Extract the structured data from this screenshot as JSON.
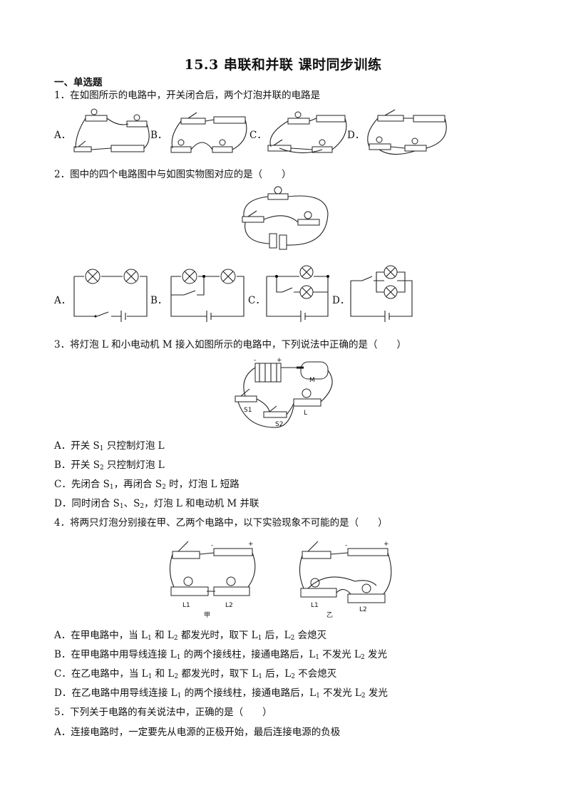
{
  "title": "15.3  串联和并联  课时同步训练",
  "section": "一、单选题",
  "q1": {
    "stem": "1．在如图所示的电路中，开关闭合后，两个灯泡并联的电路是",
    "options": [
      "A．",
      "B．",
      "C．",
      "D．"
    ]
  },
  "q2": {
    "stem": "2．图中的四个电路图中与如图实物图对应的是（　　）",
    "options": [
      "A．",
      "B．",
      "C．",
      "D．"
    ]
  },
  "q3": {
    "stem": "3．将灯泡 L 和小电动机 M 接入如图所示的电路中，下列说法中正确的是（　　）",
    "fig_labels": {
      "m": "M",
      "s1": "S1",
      "s2": "S2",
      "l": "L"
    },
    "options": [
      {
        "pre": "A．开关 S",
        "sub": "1",
        "post": " 只控制灯泡 L"
      },
      {
        "pre": "B．开关 S",
        "sub": "2",
        "post": " 只控制灯泡 L"
      },
      {
        "pre": "C．先闭合 S",
        "sub": "1",
        "mid": "，再闭合 S",
        "sub2": "2",
        "post": " 时，灯泡 L 短路"
      },
      {
        "pre": "D．同时闭合 S",
        "sub": "1",
        "mid": "、S",
        "sub2": "2",
        "post": "，灯泡 L 和电动机 M 并联"
      }
    ]
  },
  "q4": {
    "stem": "4．将两只灯泡分别接在甲、乙两个电路中，以下实验现象不可能的是（　　）",
    "fig_labels": {
      "l1": "L1",
      "l2": "L2",
      "jia": "甲",
      "yi": "乙"
    },
    "options": [
      {
        "a": "A．在甲电路中，当 L",
        "b": "1",
        "c": " 和 L",
        "d": "2",
        "e": " 都发光时，取下 L",
        "f": "1",
        "g": " 后，L",
        "h": "2",
        "i": " 会熄灭"
      },
      {
        "a": "B．在甲电路中用导线连接 L",
        "b": "1",
        "c": " 的两个接线柱，接通电路后，L",
        "d": "1",
        "e": " 不发光 L",
        "f": "2",
        "g": " 发光",
        "h": "",
        "i": ""
      },
      {
        "a": "C．在乙电路中，当 L",
        "b": "1",
        "c": " 和 L",
        "d": "2",
        "e": " 都发光时，取下 L",
        "f": "1",
        "g": " 后，L",
        "h": "2",
        "i": " 不会熄灭"
      },
      {
        "a": "D．在乙电路中用导线连接 L",
        "b": "1",
        "c": " 的两个接线柱，接通电路后，L",
        "d": "1",
        "e": " 不发光 L",
        "f": "2",
        "g": " 发光",
        "h": "",
        "i": ""
      }
    ]
  },
  "q5": {
    "stem": "5．下列关于电路的有关说法中，正确的是（　　）",
    "options": [
      "A．连接电路时，一定要先从电源的正极开始，最后连接电源的负极"
    ]
  }
}
